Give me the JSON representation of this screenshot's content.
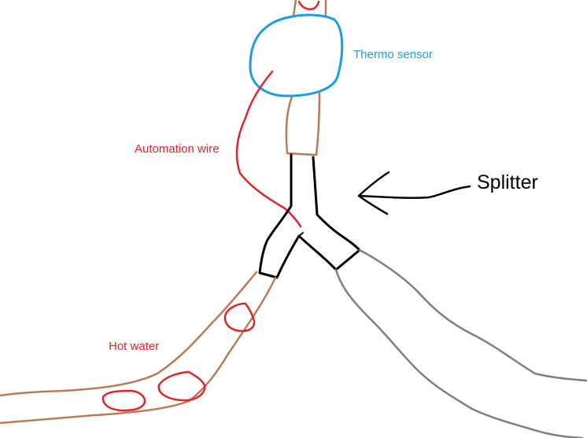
{
  "labels": {
    "thermo_sensor": "Thermo sensor",
    "automation_wire": "Automation wire",
    "hot_water": "Hot water",
    "splitter": "Splitter"
  },
  "colors": {
    "background": "#ffffff",
    "pipe_hot": "#b97a57",
    "pipe_cold": "#7f7f7f",
    "sensor": "#1a9ee0",
    "wire": "#e0242a",
    "splitter": "#000000",
    "thermo_text": "#1a9ee0",
    "automation_text": "#e0242a",
    "hotwater_text": "#e0242a",
    "splitter_text": "#000000"
  }
}
